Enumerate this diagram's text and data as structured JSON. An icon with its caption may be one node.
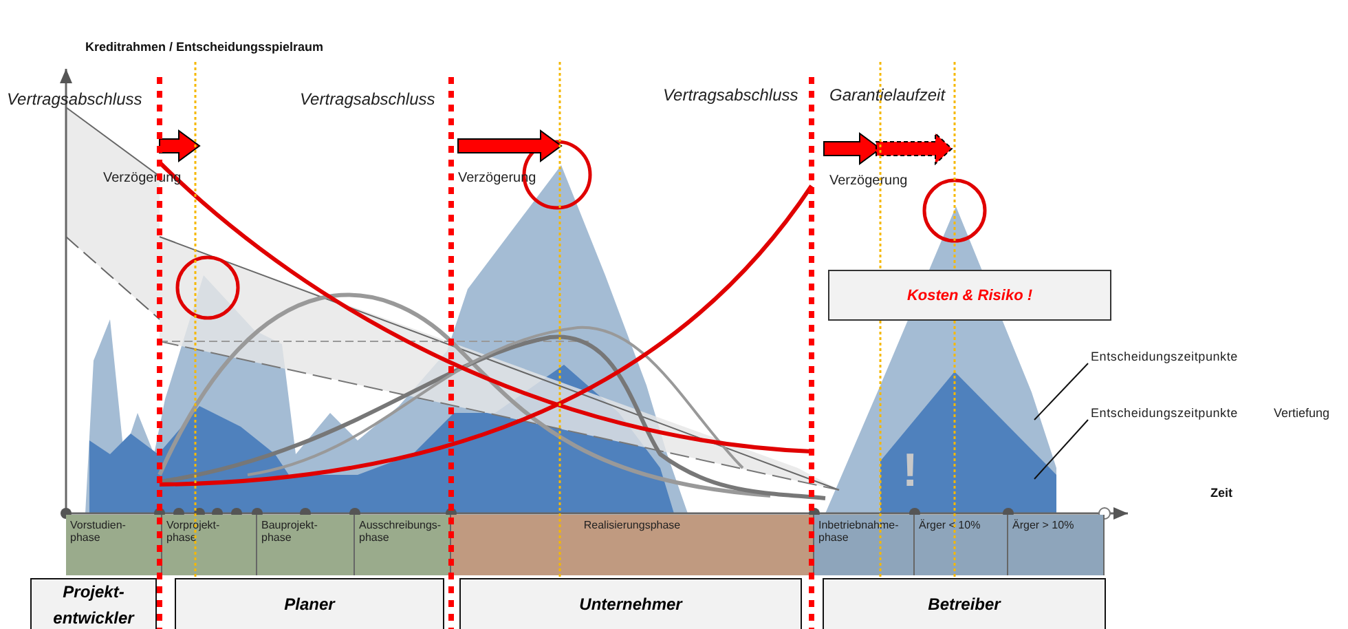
{
  "diagram": {
    "title": "Kreditrahmen / Entscheidungsspielraum",
    "nodes": [
      {
        "text": [
          "Vorstudien- phase"
        ]
      },
      {
        "text": [
          "Vorprojekt- phase"
        ]
      },
      {
        "text": [
          "Bauprojekt- phase"
        ]
      },
      {
        "text": [
          "Ausschreibungs- phase"
        ]
      },
      {
        "text": [
          "Realisierungsphase"
        ]
      },
      {
        "text": [
          "Inbetriebnahme- phase"
        ]
      },
      {
        "text": [
          "Ärger < 10%"
        ]
      },
      {
        "text": [
          "Ärger > 10%"
        ]
      },
      {
        "text": [
          "Projekt- entwickler"
        ]
      },
      {
        "text": [
          "Planer"
        ]
      },
      {
        "text": [
          "Unternehmer"
        ]
      },
      {
        "text": [
          "Betreiber"
        ]
      },
      {
        "text": [
          "Kosten & Risiko !"
        ]
      },
      {
        "text": [
          "Entscheidungszeitpunkte"
        ]
      },
      {
        "text": [
          "Entscheidungszeitpunkte"
        ],
        "beside": [
          "Vertiefung"
        ]
      }
    ],
    "edges": [
      {
        "from": 13,
        "to": null,
        "arrow": "none"
      },
      {
        "from": 14,
        "to": null,
        "arrow": "none"
      }
    ],
    "labels": [
      "Vertragsabschluss",
      "Vertragsabschluss",
      "Vertragsabschluss",
      "Garantielaufzeit",
      "Verzögerung",
      "Verzögerung",
      "Verzögerung",
      "!",
      "Zeit"
    ]
  }
}
